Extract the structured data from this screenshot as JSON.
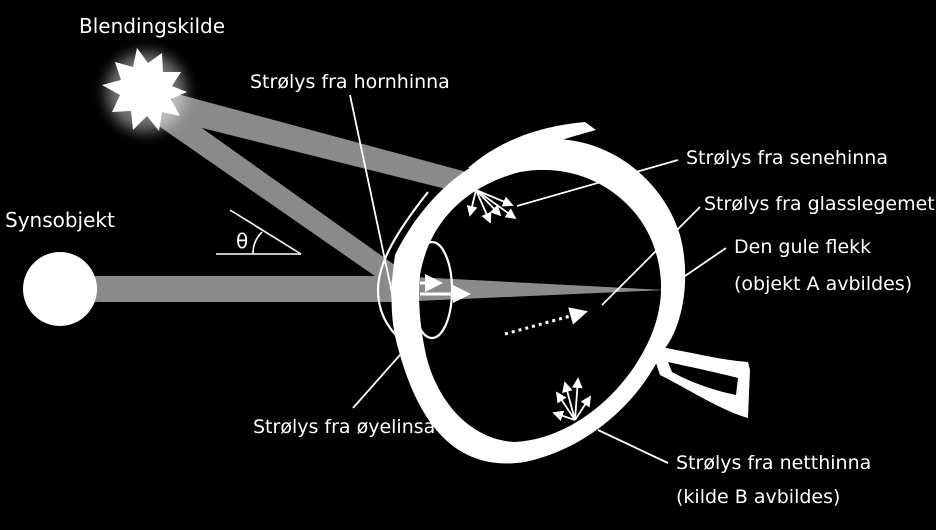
{
  "labels": {
    "glare_source": "Blendingskilde",
    "visual_object": "Synsobjekt",
    "angle": "θ",
    "cornea_scatter": "Strølys fra hornhinna",
    "sclera_scatter": "Strølys fra senehinna",
    "vitreous_scatter": "Strølys fra glasslegemet",
    "macula_line1": "Den gule flekk",
    "macula_line2": "(objekt A avbildes)",
    "lens_scatter": "Strølys fra øyelinsa",
    "retina_line1": "Strølys fra netthinna",
    "retina_line2": "(kilde B avbildes)"
  },
  "colors": {
    "background": "#000000",
    "foreground": "#ffffff",
    "beam": "#8a8a8a"
  }
}
